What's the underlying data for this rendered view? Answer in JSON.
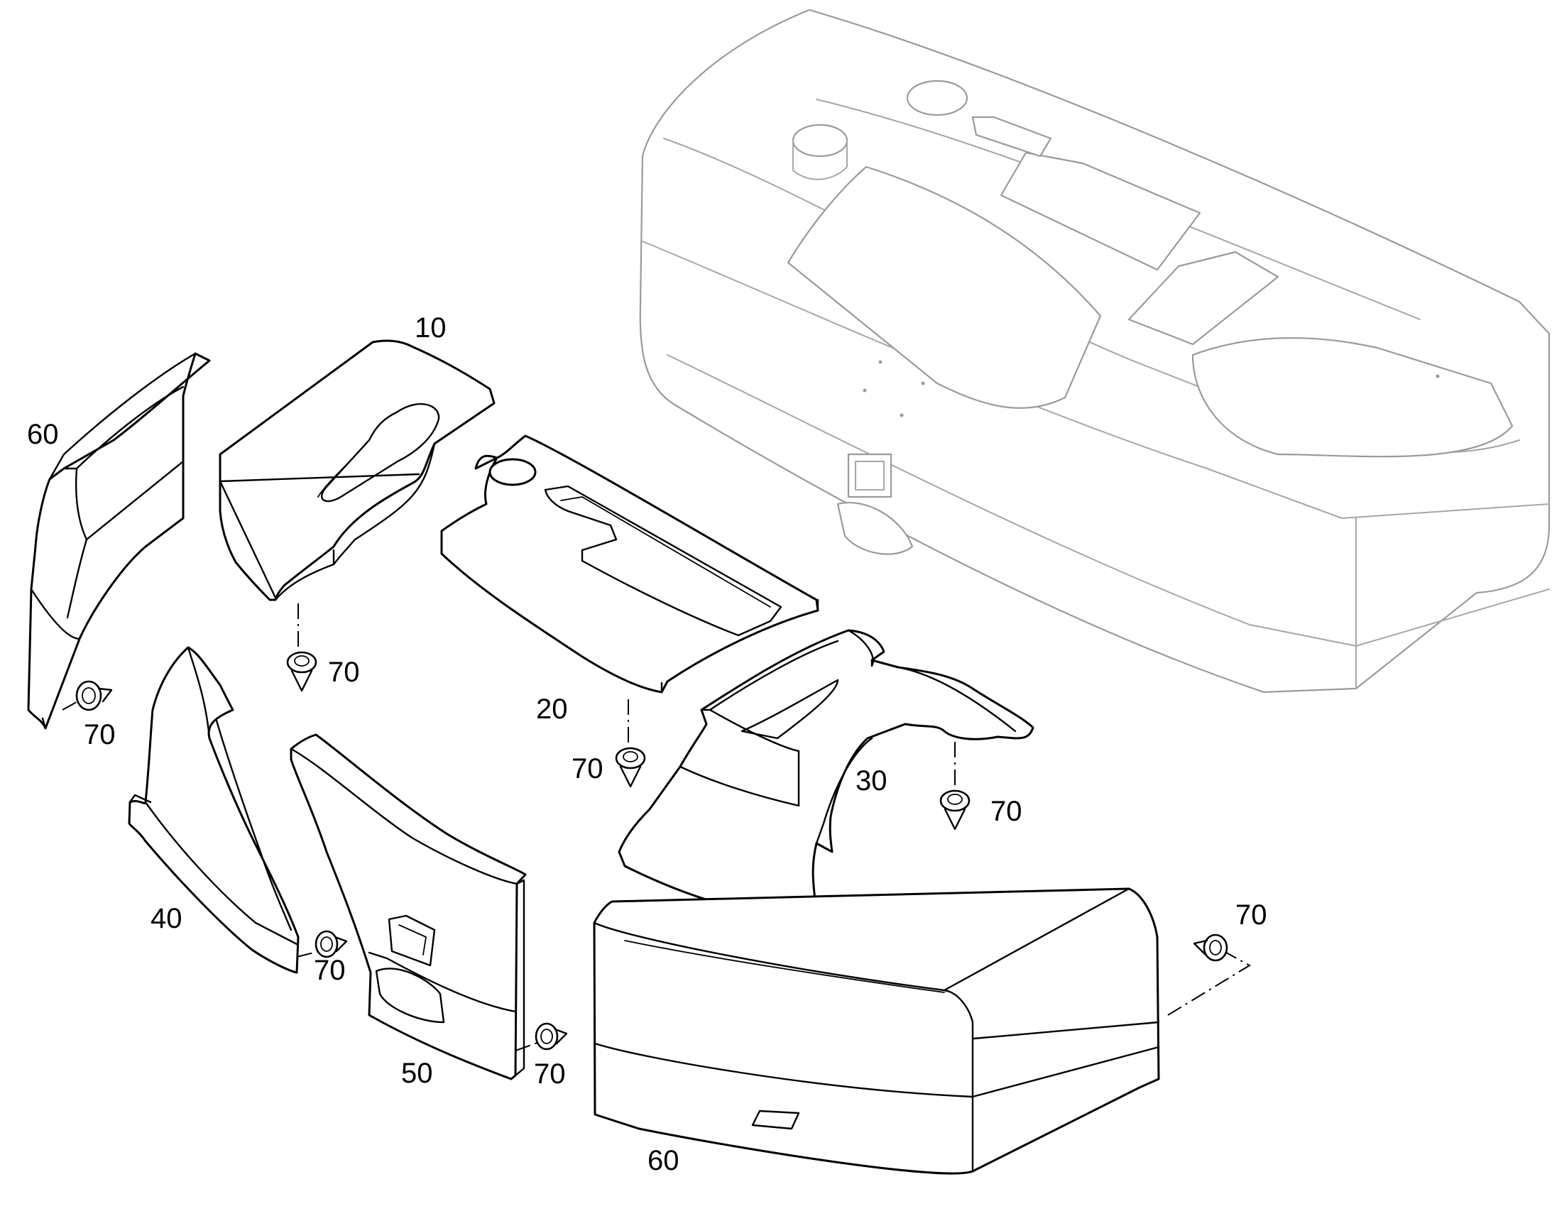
{
  "callouts": {
    "part_10": "10",
    "part_20": "20",
    "part_30": "30",
    "part_40": "40",
    "part_50": "50",
    "part_60_left": "60",
    "part_60_front": "60",
    "fastener_70_a": "70",
    "fastener_70_b": "70",
    "fastener_70_c": "70",
    "fastener_70_d": "70",
    "fastener_70_e": "70",
    "fastener_70_f": "70",
    "fastener_70_g": "70"
  }
}
